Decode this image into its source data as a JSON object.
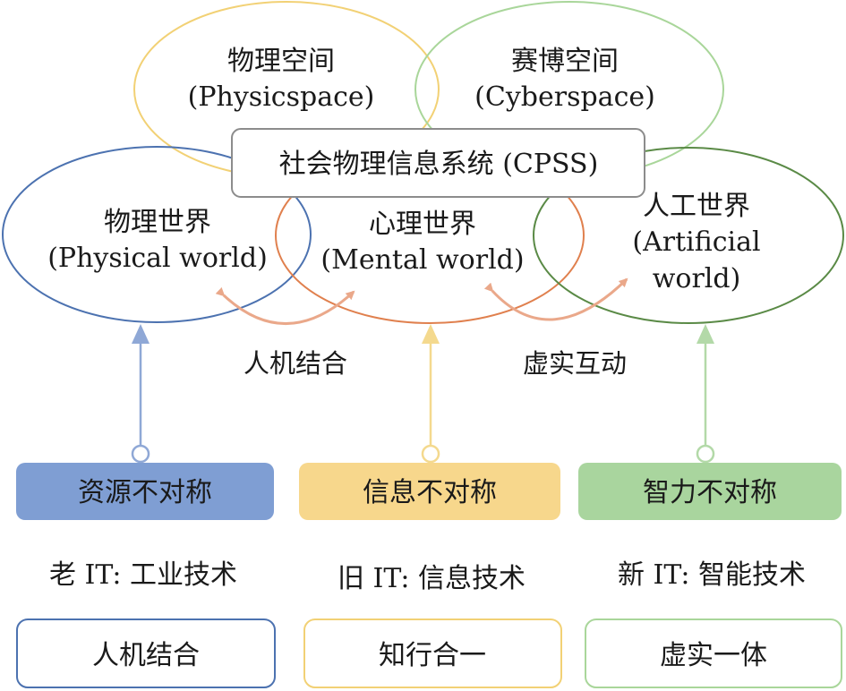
{
  "colors": {
    "physical_space": "#F2D175",
    "cyber_space": "#A9D69A",
    "physical_world": "#4C72B0",
    "mental_world": "#E0804E",
    "artificial_world": "#5A8A46",
    "interaction_arrow": "#EAA88A",
    "cpss_border": "#8C8C8C",
    "box_blue_fill": "#7F9ED3",
    "box_yellow_fill": "#F7D78C",
    "box_green_fill": "#A9D59E",
    "arrow_blue": "#8FA8D6",
    "arrow_yellow": "#F4D98E",
    "arrow_green": "#B3D9A8"
  },
  "physical_space": {
    "line1": "物理空间",
    "line2": "(Physicspace)"
  },
  "cyber_space": {
    "line1": "赛博空间",
    "line2": "(Cyberspace)"
  },
  "cpss": {
    "label": "社会物理信息系统 (CPSS)"
  },
  "physical_world": {
    "line1": "物理世界",
    "line2": "(Physical world)"
  },
  "mental_world": {
    "line1": "心理世界",
    "line2": "(Mental world)"
  },
  "artificial_world": {
    "line1": "人工世界",
    "line2": "(Artificial",
    "line3": "world)"
  },
  "interactions": {
    "left": "人机结合",
    "right": "虚实互动"
  },
  "asymmetry": [
    "资源不对称",
    "信息不对称",
    "智力不对称"
  ],
  "it_generations": [
    "老 IT: 工业技术",
    "旧 IT: 信息技术",
    "新 IT: 智能技术"
  ],
  "outcomes": [
    "人机结合",
    "知行合一",
    "虚实一体"
  ]
}
